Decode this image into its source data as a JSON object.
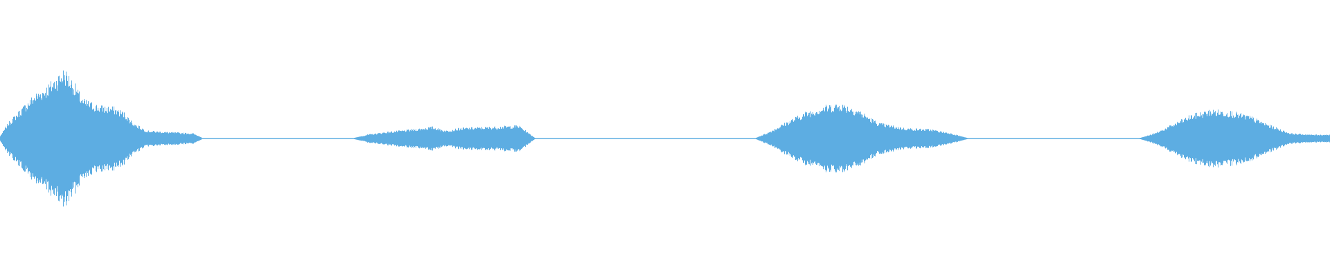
{
  "waveform": {
    "color": "#5dade2",
    "segments": [
      {
        "from": 0.0,
        "to": 0.151,
        "envelope": [
          [
            0.0,
            0.02
          ],
          [
            0.006,
            0.12
          ],
          [
            0.015,
            0.22
          ],
          [
            0.025,
            0.33
          ],
          [
            0.035,
            0.4
          ],
          [
            0.042,
            0.47
          ],
          [
            0.048,
            0.53
          ],
          [
            0.054,
            0.45
          ],
          [
            0.062,
            0.3
          ],
          [
            0.075,
            0.25
          ],
          [
            0.085,
            0.24
          ],
          [
            0.093,
            0.2
          ],
          [
            0.1,
            0.12
          ],
          [
            0.11,
            0.06
          ],
          [
            0.125,
            0.05
          ],
          [
            0.145,
            0.04
          ],
          [
            0.151,
            0.01
          ]
        ]
      },
      {
        "from": 0.151,
        "to": 0.266,
        "envelope": [
          [
            0.151,
            0.005
          ],
          [
            0.266,
            0.005
          ]
        ]
      },
      {
        "from": 0.266,
        "to": 0.402,
        "envelope": [
          [
            0.266,
            0.005
          ],
          [
            0.276,
            0.03
          ],
          [
            0.29,
            0.05
          ],
          [
            0.31,
            0.07
          ],
          [
            0.325,
            0.09
          ],
          [
            0.335,
            0.06
          ],
          [
            0.345,
            0.08
          ],
          [
            0.37,
            0.09
          ],
          [
            0.39,
            0.1
          ],
          [
            0.402,
            0.005
          ]
        ]
      },
      {
        "from": 0.402,
        "to": 0.568,
        "envelope": [
          [
            0.402,
            0.005
          ],
          [
            0.568,
            0.005
          ]
        ]
      },
      {
        "from": 0.568,
        "to": 0.727,
        "envelope": [
          [
            0.568,
            0.005
          ],
          [
            0.578,
            0.05
          ],
          [
            0.59,
            0.12
          ],
          [
            0.605,
            0.2
          ],
          [
            0.62,
            0.25
          ],
          [
            0.632,
            0.27
          ],
          [
            0.645,
            0.22
          ],
          [
            0.66,
            0.12
          ],
          [
            0.68,
            0.08
          ],
          [
            0.7,
            0.07
          ],
          [
            0.715,
            0.04
          ],
          [
            0.727,
            0.005
          ]
        ]
      },
      {
        "from": 0.727,
        "to": 0.857,
        "envelope": [
          [
            0.727,
            0.005
          ],
          [
            0.857,
            0.005
          ]
        ]
      },
      {
        "from": 0.857,
        "to": 1.0,
        "envelope": [
          [
            0.857,
            0.005
          ],
          [
            0.868,
            0.04
          ],
          [
            0.88,
            0.1
          ],
          [
            0.895,
            0.18
          ],
          [
            0.91,
            0.22
          ],
          [
            0.925,
            0.21
          ],
          [
            0.94,
            0.17
          ],
          [
            0.955,
            0.1
          ],
          [
            0.97,
            0.04
          ],
          [
            0.985,
            0.03
          ],
          [
            1.0,
            0.03
          ]
        ]
      }
    ]
  }
}
